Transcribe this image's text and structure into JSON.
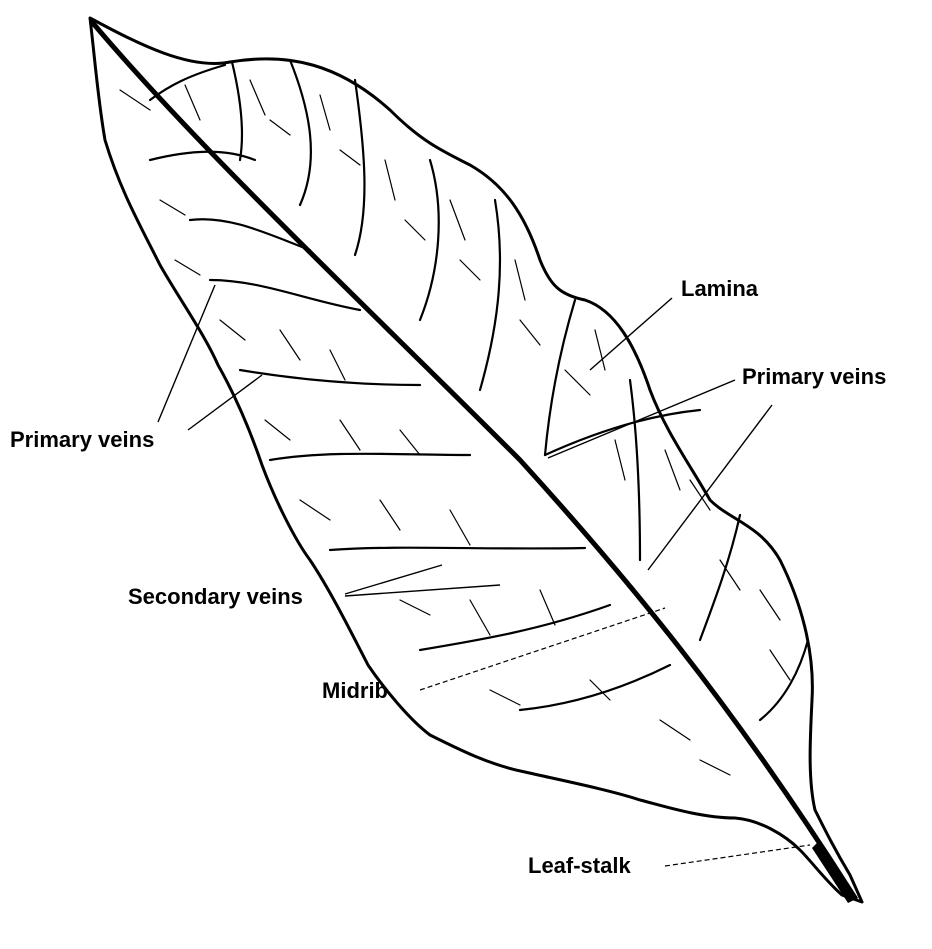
{
  "diagram": {
    "labels": {
      "lamina": "Lamina",
      "primary_veins_right": "Primary veins",
      "primary_veins_left": "Primary veins",
      "secondary_veins": "Secondary veins",
      "midrib": "Midrib",
      "leaf_stalk": "Leaf-stalk"
    },
    "colors": {
      "line": "#000000",
      "background": "#ffffff"
    }
  }
}
